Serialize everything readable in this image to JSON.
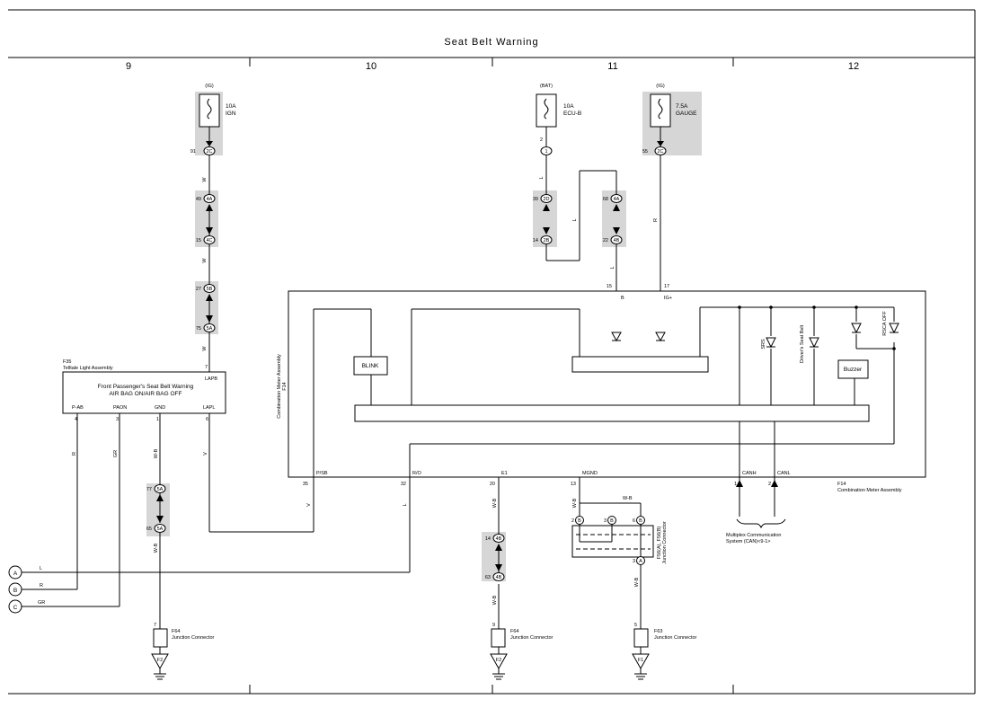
{
  "title": "Seat Belt Warning",
  "columns": [
    "9",
    "10",
    "11",
    "12"
  ],
  "fuses": [
    {
      "supply": "(IG)",
      "rating": "10A",
      "name": "IGN",
      "pin": "91",
      "conn": "2C"
    },
    {
      "supply": "(BAT)",
      "rating": "10A",
      "name": "ECU-B",
      "pin": "2",
      "conn": "1"
    },
    {
      "supply": "(IG)",
      "rating": "7.5A",
      "name": "GAUGE",
      "pin": "55",
      "conn": "2C"
    }
  ],
  "connectors": [
    {
      "pin": "49",
      "conn": "4A"
    },
    {
      "pin": "15",
      "conn": "4C"
    },
    {
      "pin": "27",
      "conn": "5B"
    },
    {
      "pin": "75",
      "conn": "5A"
    },
    {
      "pin": "39",
      "conn": "2D"
    },
    {
      "pin": "14",
      "conn": "2B"
    },
    {
      "pin": "68",
      "conn": "4A"
    },
    {
      "pin": "22",
      "conn": "4B"
    },
    {
      "pin": "77",
      "conn": "5A"
    },
    {
      "pin": "65",
      "conn": "5A"
    },
    {
      "pin": "14",
      "conn": "4B"
    },
    {
      "pin": "63",
      "conn": "4B"
    }
  ],
  "wire_colors": [
    "W",
    "W",
    "W",
    "L",
    "L",
    "L",
    "R",
    "R",
    "GR",
    "W-B",
    "V",
    "V",
    "L",
    "W-B",
    "W-B",
    "W-B",
    "W-B",
    "L",
    "R",
    "GR",
    "W-B"
  ],
  "telltale": {
    "id": "F35",
    "title": "Telltale Light Assembly",
    "desc_line1": "Front Passenger's Seat Belt Warning",
    "desc_line2": "AIR BAG ON/AIR BAG OFF",
    "top_pin": "7",
    "top_label": "LAPB",
    "terminals": [
      {
        "pin": "4",
        "label": "P-AB"
      },
      {
        "pin": "3",
        "label": "PAON"
      },
      {
        "pin": "1",
        "label": "GND"
      },
      {
        "pin": "6",
        "label": "LAPL"
      }
    ]
  },
  "meter": {
    "id": "F14",
    "title": "Combination Meter Assembly",
    "top_pins": [
      {
        "pin": "15",
        "label": "B"
      },
      {
        "pin": "17",
        "label": "IG+"
      }
    ],
    "blink": "BLINK",
    "buzzer": "Buzzer",
    "leds": [
      "SRS",
      "Driver's Seat Belt",
      "RSCA OFF"
    ],
    "bottom": [
      {
        "pin": "35",
        "label": "P/SB"
      },
      {
        "pin": "32",
        "label": "R/O"
      },
      {
        "pin": "20",
        "label": "E1"
      },
      {
        "pin": "13",
        "label": "MGND"
      },
      {
        "pin": "1",
        "label": "CANH"
      },
      {
        "pin": "2",
        "label": "CANL"
      }
    ]
  },
  "junction_f56": {
    "id": "F56(A), F56(B)",
    "title": "Junction Connector",
    "pins": [
      "2",
      "3",
      "6",
      "3"
    ],
    "conns": [
      "B",
      "B",
      "B",
      "A"
    ],
    "wire": "W-B"
  },
  "can_label_line1": "Multiplex Communication",
  "can_label_line2": "System (CAN)<9-1>",
  "grounds": [
    {
      "pin": "7",
      "id": "F64",
      "title": "Junction Connector",
      "ground": "F2"
    },
    {
      "pin": "9",
      "id": "F64",
      "title": "Junction Connector",
      "ground": "F2"
    },
    {
      "pin": "5",
      "id": "F63",
      "title": "Junction Connector",
      "ground": "F1"
    }
  ],
  "terminals_left": [
    "A",
    "B",
    "C"
  ]
}
